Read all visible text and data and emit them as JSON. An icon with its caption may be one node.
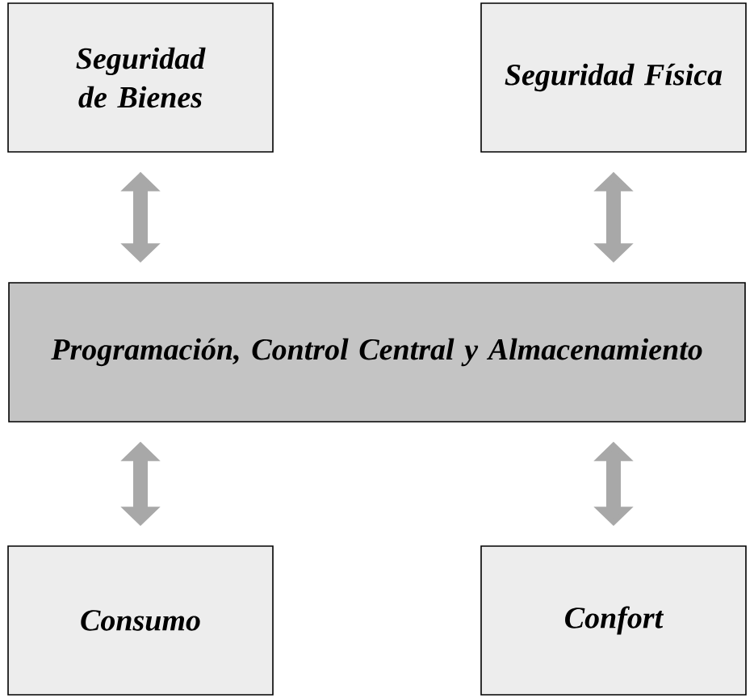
{
  "diagram": {
    "nodes": [
      {
        "text": [
          "Seguridad de Bienes"
        ]
      },
      {
        "text": [
          "Seguridad Física"
        ]
      },
      {
        "text": [
          "Programación, Control Central y Almacenamiento"
        ]
      },
      {
        "text": [
          "Consumo"
        ]
      },
      {
        "text": [
          "Confort"
        ]
      }
    ],
    "edges": [
      {
        "from": 0,
        "to": 2,
        "arrow": "both"
      },
      {
        "from": 1,
        "to": 2,
        "arrow": "both"
      },
      {
        "from": 2,
        "to": 3,
        "arrow": "both"
      },
      {
        "from": 2,
        "to": 4,
        "arrow": "both"
      }
    ]
  }
}
